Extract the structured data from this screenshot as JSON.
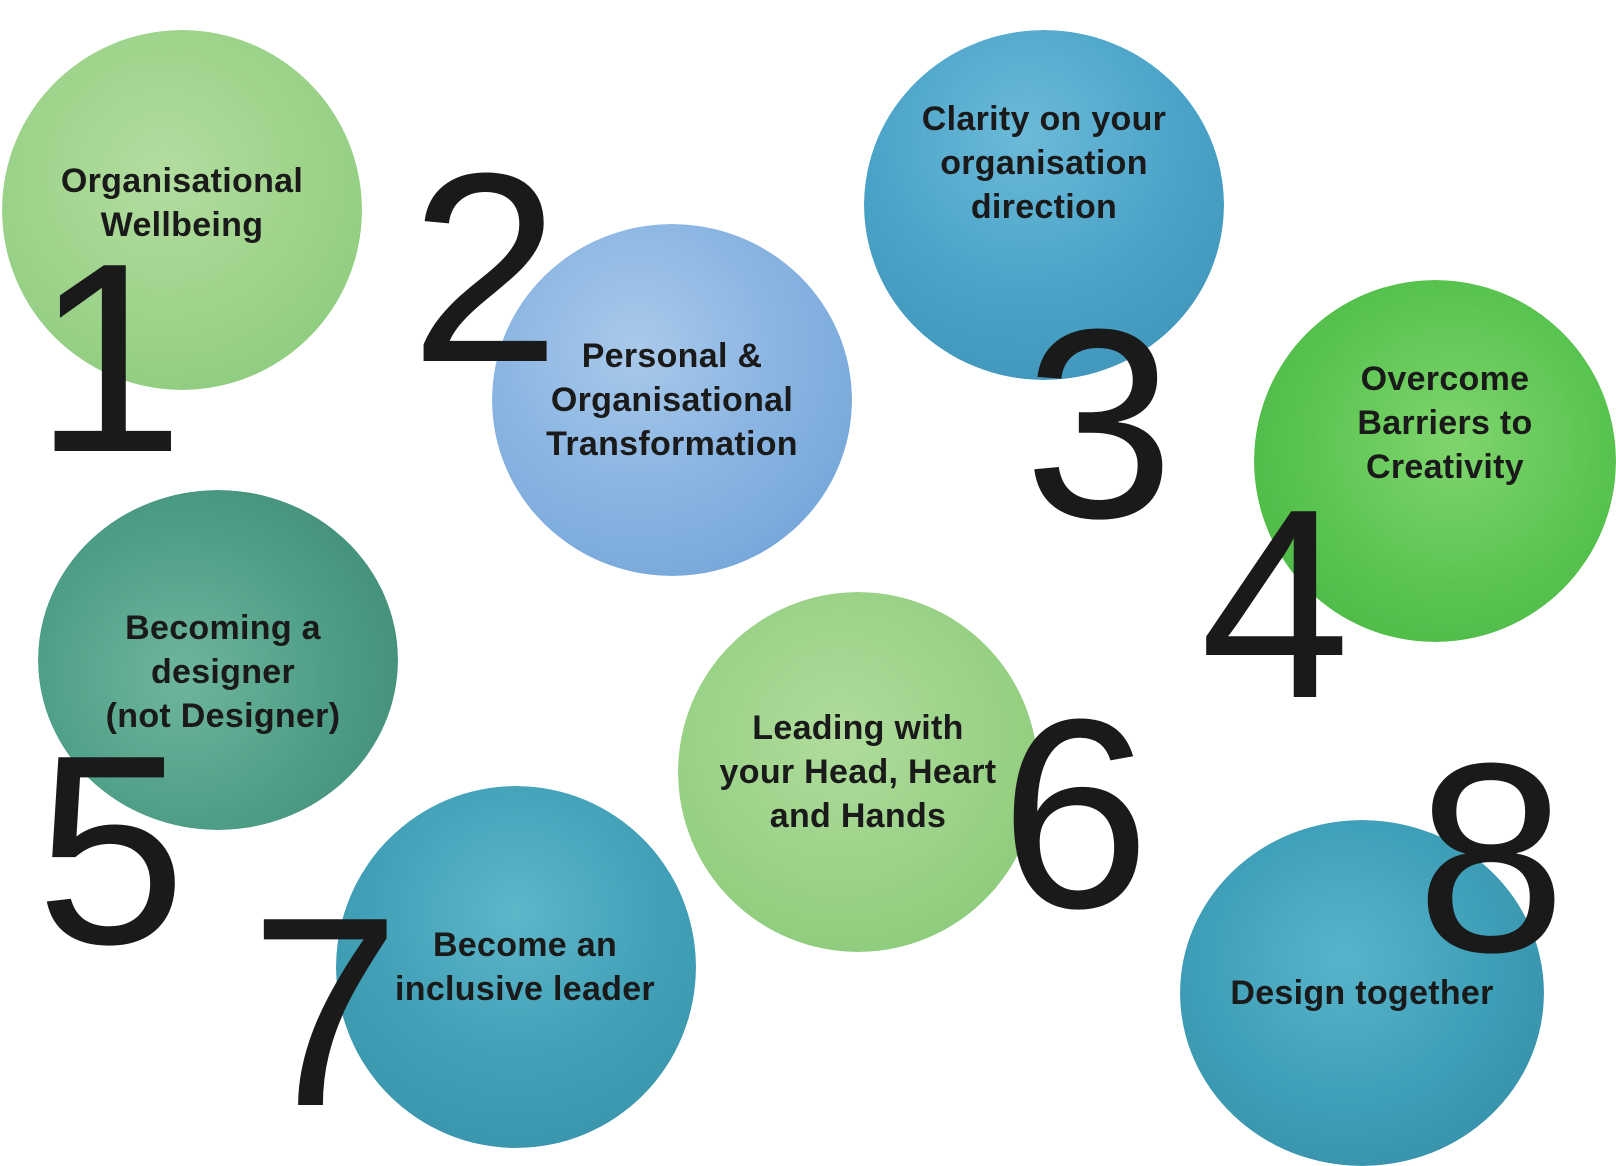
{
  "items": [
    {
      "number": "1",
      "text": "Organisational\nWellbeing"
    },
    {
      "number": "2",
      "text": "Personal &\nOrganisational\nTransformation"
    },
    {
      "number": "3",
      "text": "Clarity on your\norganisation\ndirection"
    },
    {
      "number": "4",
      "text": "Overcome\nBarriers to\nCreativity"
    },
    {
      "number": "5",
      "text": "Becoming a\ndesigner\n(not Designer)"
    },
    {
      "number": "6",
      "text": "Leading with\nyour Head, Heart\nand Hands"
    },
    {
      "number": "7",
      "text": "Become an\ninclusive leader"
    },
    {
      "number": "8",
      "text": "Design together"
    }
  ],
  "colors": {
    "text": "#1a1a1a",
    "light_green": "#9fd48c",
    "blue": "#8ab5e2",
    "teal_blue": "#4aa3c8",
    "bright_green": "#5cc552",
    "dark_teal": "#4f9f88"
  }
}
